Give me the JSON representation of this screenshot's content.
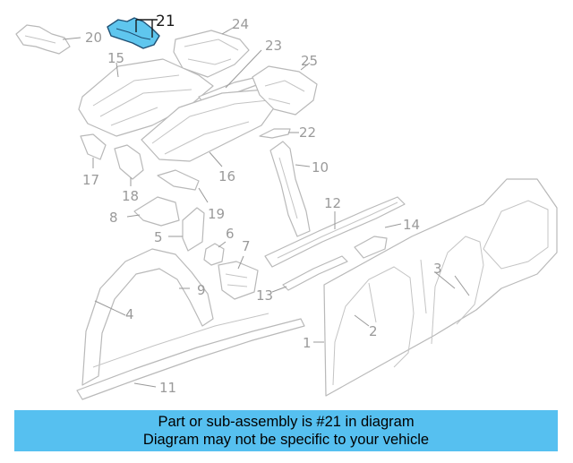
{
  "highlight_color": "#56c0f0",
  "highlighted_callout": "21",
  "callouts": {
    "c1": "1",
    "c2": "2",
    "c3": "3",
    "c4": "4",
    "c5": "5",
    "c6": "6",
    "c7": "7",
    "c8": "8",
    "c9": "9",
    "c10": "10",
    "c11": "11",
    "c12": "12",
    "c13": "13",
    "c14": "14",
    "c15": "15",
    "c16": "16",
    "c17": "17",
    "c18": "18",
    "c19": "19",
    "c20": "20",
    "c21": "21",
    "c22": "22",
    "c23": "23",
    "c24": "24",
    "c25": "25"
  },
  "banner": {
    "line1": "Part or sub-assembly is #21 in diagram",
    "line2": "Diagram may not be specific to your vehicle"
  }
}
